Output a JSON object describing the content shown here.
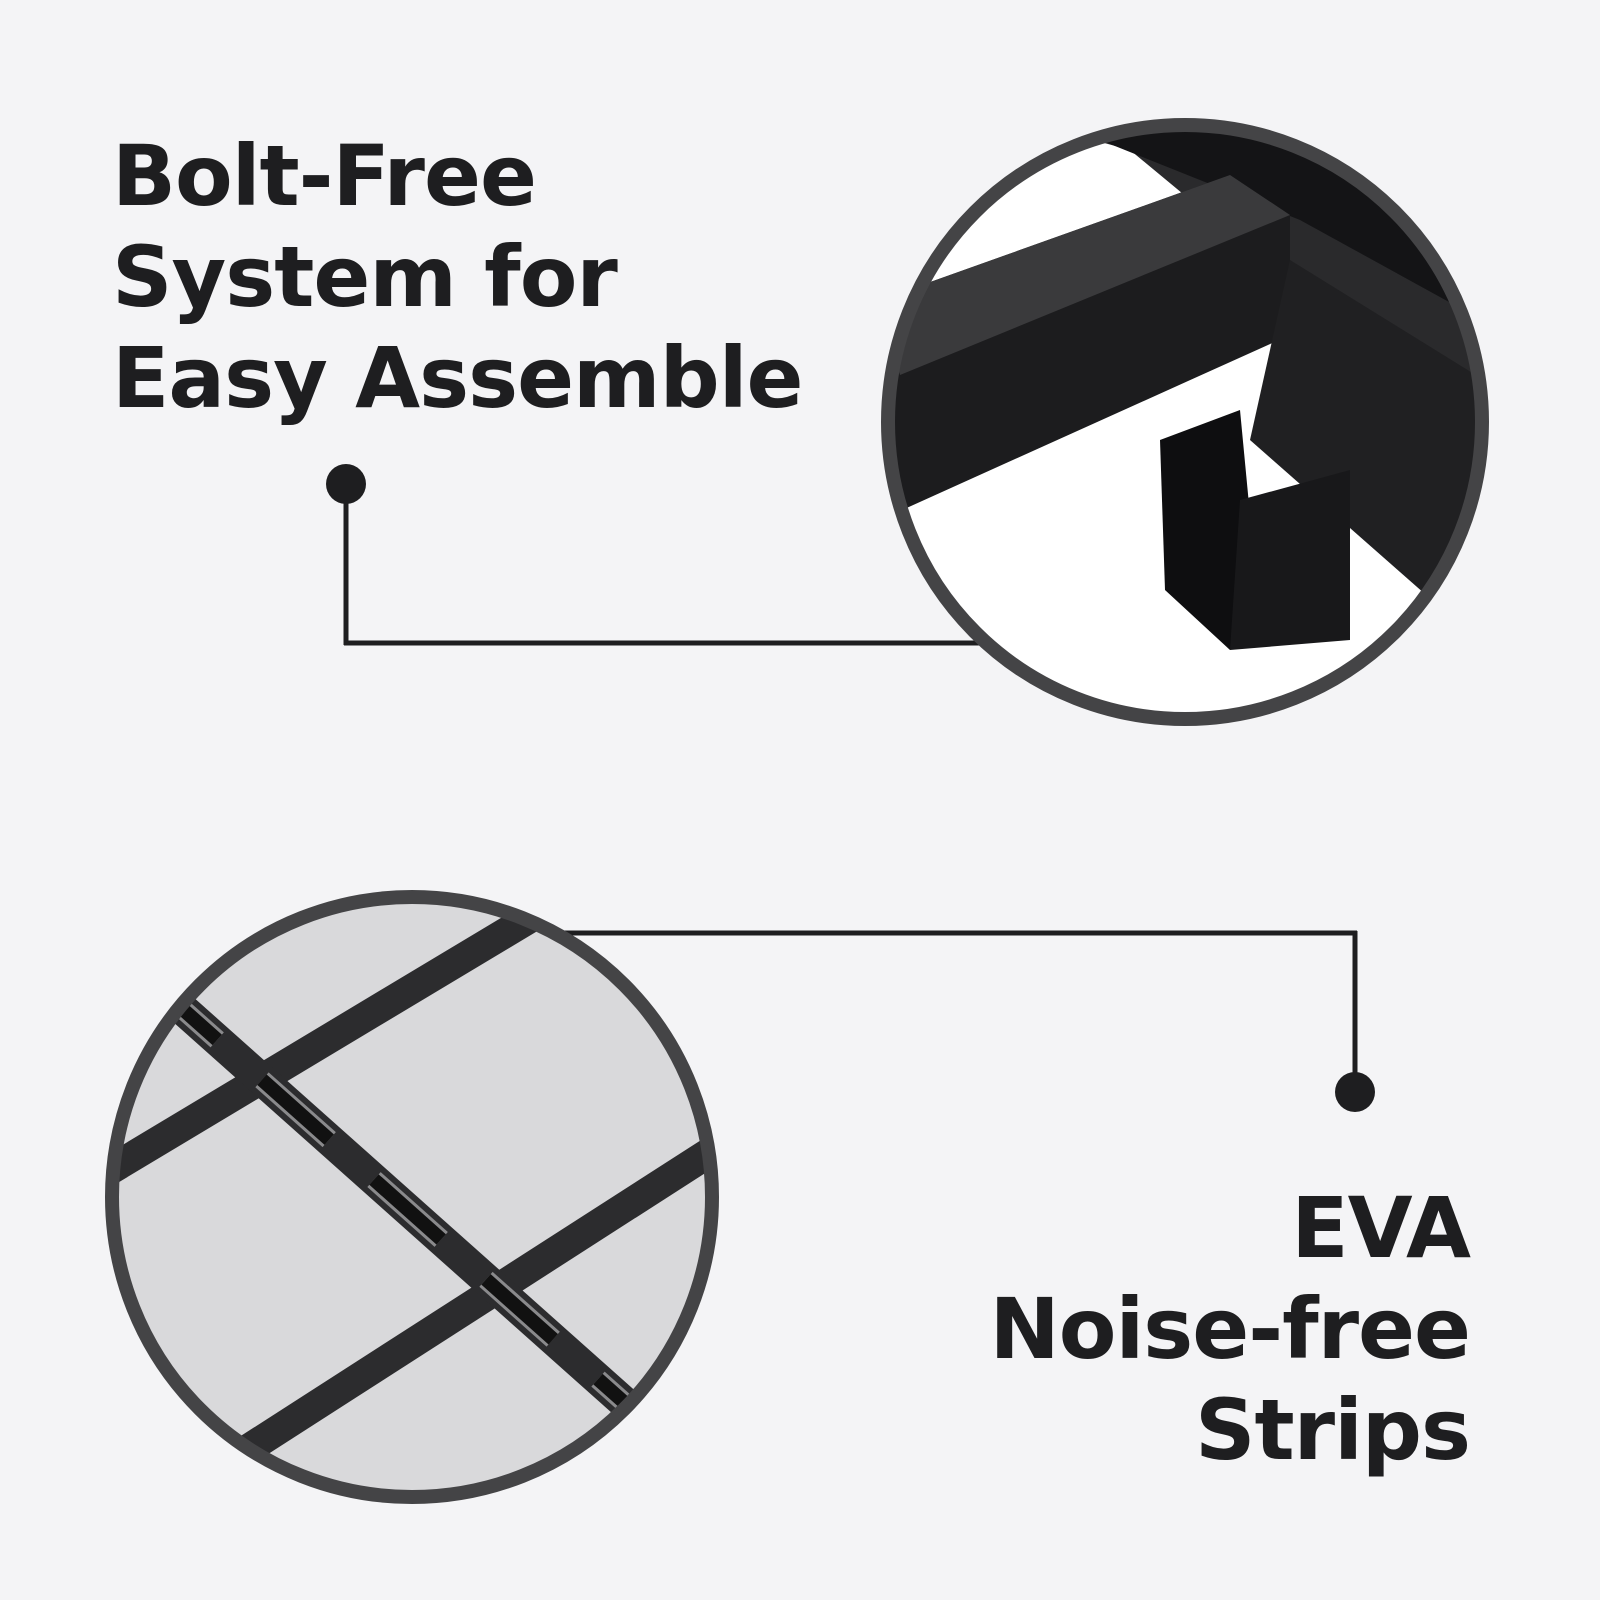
{
  "feature_top": {
    "lines": [
      "Bolt-Free",
      "System for",
      "Easy Assemble"
    ]
  },
  "feature_bottom": {
    "lines": [
      "EVA",
      "Noise-free",
      "Strips"
    ]
  },
  "colors": {
    "background": "#f4f4f6",
    "text": "#1e1e20",
    "ring": "#444446",
    "metal": "#1a1a1c"
  }
}
